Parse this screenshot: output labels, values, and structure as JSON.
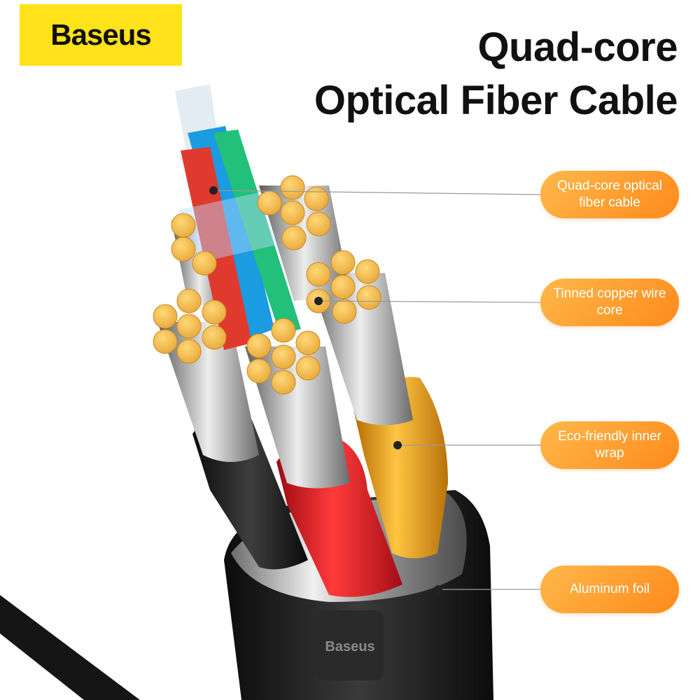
{
  "brand": {
    "name": "Baseus",
    "logo_bg": "#ffe21a"
  },
  "headline": {
    "line1": "Quad-core",
    "line2": "Optical Fiber Cable"
  },
  "callouts": [
    {
      "text": "Quad-core optical fiber cable"
    },
    {
      "text": "Tinned copper wire core"
    },
    {
      "text": "Eco-friendly inner wrap"
    },
    {
      "text": "Aluminum foil"
    }
  ],
  "cable_brand_mark": "Baseus",
  "colors": {
    "accent": "#ff9a2a",
    "copper": "#f2b84b",
    "jacket": "#1a1a1a"
  }
}
